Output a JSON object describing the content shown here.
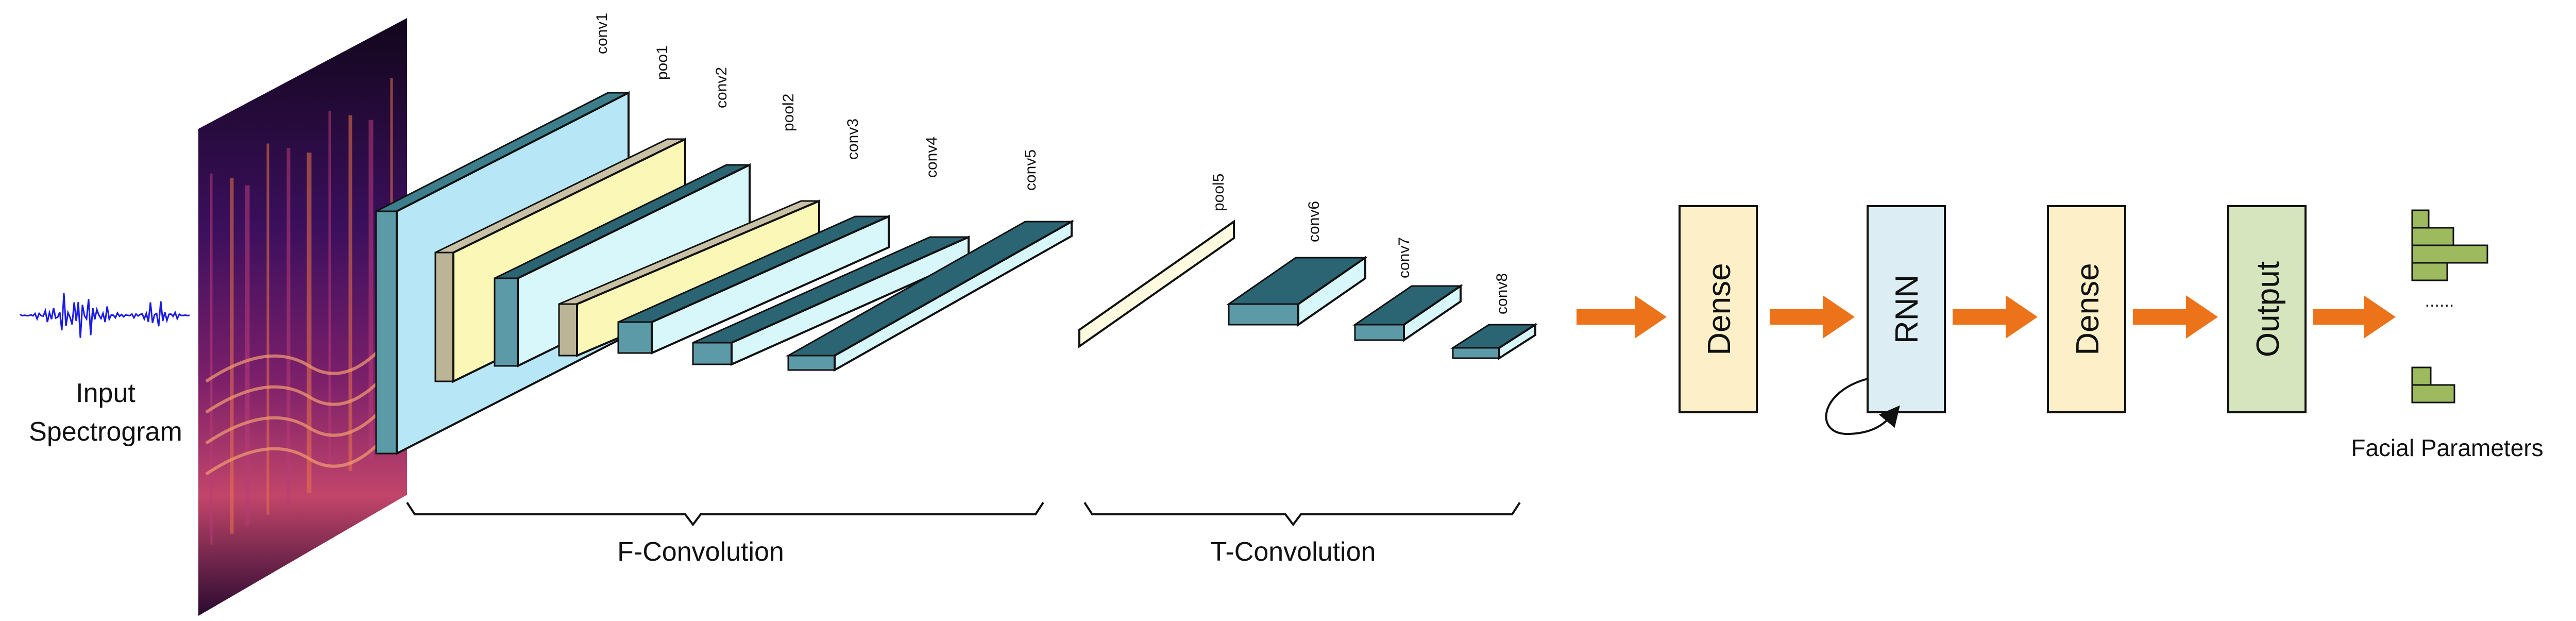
{
  "input": {
    "label_line1": "Input",
    "label_line2": "Spectrogram"
  },
  "f_conv_layers": [
    "conv1",
    "poo1",
    "conv2",
    "pool2",
    "conv3",
    "conv4",
    "conv5"
  ],
  "t_conv_layers": [
    "pool5",
    "conv6",
    "conv7",
    "conv8"
  ],
  "groups": {
    "f_conv": "F-Convolution",
    "t_conv": "T-Convolution"
  },
  "blocks": [
    "Dense",
    "RNN",
    "Dense",
    "Output"
  ],
  "output": {
    "label": "Facial Parameters",
    "dots": "......"
  },
  "colors": {
    "teal": "#2b6472",
    "teal_top": "#3d7e8c",
    "light_blue": "#b7e7f7",
    "light_cyan": "#d8f7fb",
    "tan": "#bcb497",
    "tan_top": "#c9c1a5",
    "light_yellow": "#fbf8b7",
    "dense_fill": "#fdf0c9",
    "rnn_fill": "#dcedf4",
    "output_fill": "#d6e5bd",
    "arrow": "#ec7319",
    "bars": "#9dba5e",
    "wave": "#1a1ae6"
  }
}
